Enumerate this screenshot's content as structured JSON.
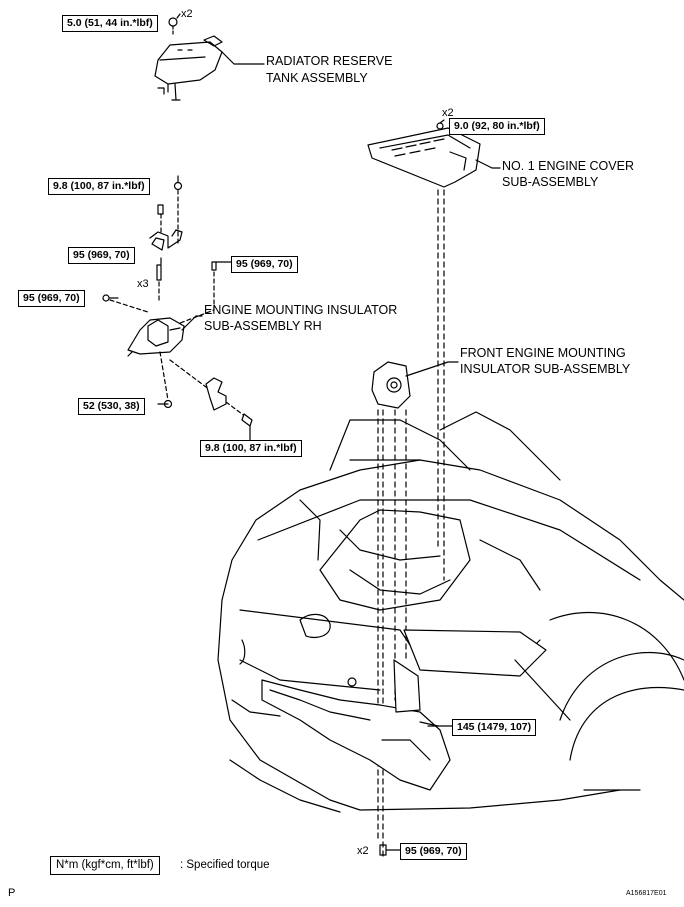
{
  "torques": {
    "tank_bolt": "5.0 (51, 44 in.*lbf)",
    "cover_nut": "9.0 (92, 80 in.*lbf)",
    "bracket_nut_top": "9.8 (100, 87 in.*lbf)",
    "bolt_left_x3": "95 (969, 70)",
    "bolt_right_upper": "95 (969, 70)",
    "nut_left": "95 (969, 70)",
    "nut_lower": "52 (530, 38)",
    "bracket_bolt_lower": "9.8 (100, 87 in.*lbf)",
    "front_bolt": "145 (1479, 107)",
    "bottom_bolt": "95 (969, 70)"
  },
  "multipliers": {
    "tank": "x2",
    "cover": "x2",
    "left_bolts": "x3",
    "bottom": "x2"
  },
  "parts": {
    "radiator_tank": [
      "RADIATOR RESERVE",
      "TANK ASSEMBLY"
    ],
    "engine_cover": [
      "NO. 1 ENGINE COVER",
      "SUB-ASSEMBLY"
    ],
    "mount_rh": [
      "ENGINE MOUNTING INSULATOR",
      "SUB-ASSEMBLY RH"
    ],
    "front_mount": [
      "FRONT ENGINE MOUNTING",
      "INSULATOR SUB-ASSEMBLY"
    ]
  },
  "legend": {
    "unit": "N*m (kgf*cm, ft*lbf)",
    "text": ": Specified torque"
  },
  "corner_left": "P",
  "figure_id": "A156817E01"
}
